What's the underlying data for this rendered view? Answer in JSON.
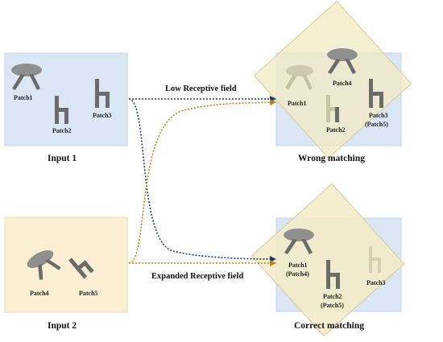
{
  "colors": {
    "blue_panel": "#dbe6f5",
    "yellow_panel": "#faefd2",
    "overlay_yellow": "#f3edcc",
    "blue_arrow": "#1f3b73",
    "orange_arrow": "#b8860b",
    "piece_gray": "#6b6b6b"
  },
  "input1": {
    "caption": "Input 1",
    "patches": {
      "p1": "Patch1",
      "p2": "Patch2",
      "p3": "Patch3"
    }
  },
  "input2": {
    "caption": "Input 2",
    "patches": {
      "p4": "Patch4",
      "p5": "Patch5"
    }
  },
  "top_result": {
    "caption": "Wrong matching",
    "labels": {
      "p1": "Patch1",
      "p4": "Patch4",
      "p2": "Patch2",
      "p3": "Patch3",
      "p3_paren": "(Patch5)"
    }
  },
  "bottom_result": {
    "caption": "Correct matching",
    "labels": {
      "p1": "Patch1",
      "p1_paren": "(Patch4)",
      "p2": "Patch2",
      "p2_paren": "(Patch5)",
      "p3": "Patch3"
    }
  },
  "arrows": {
    "low_label": "Low Receptive field",
    "expanded_label": "Expanded Receptive field"
  }
}
